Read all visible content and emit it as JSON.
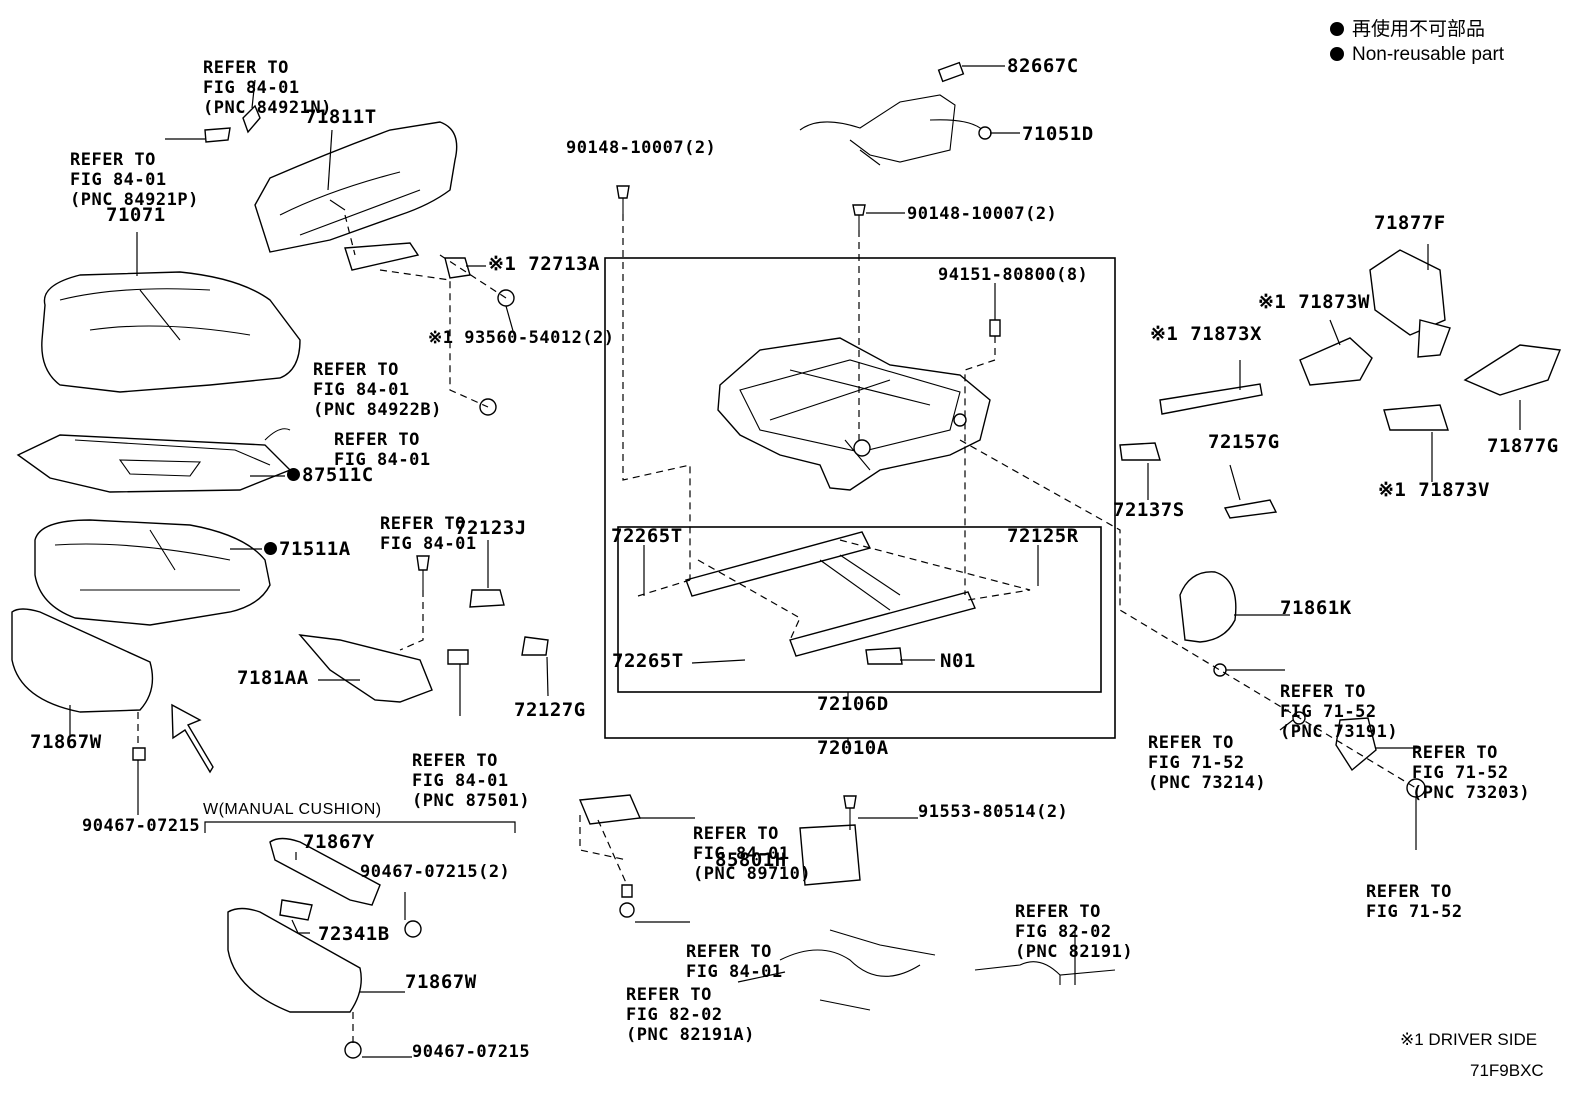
{
  "legend": {
    "non_reusable_jp": "再使用不可部品",
    "non_reusable_en": "Non-reusable part",
    "driver_side_note": "※1 DRIVER SIDE",
    "figure_code": "71F9BXC"
  },
  "labels": {
    "p82667C": "82667C",
    "p71051D": "71051D",
    "p71811T": "71811T",
    "p71071": "71071",
    "p72713A": "※1 72713A",
    "p90148_top": "90148-10007(2)",
    "p90148_mid": "90148-10007(2)",
    "p94151": "94151-80800(8)",
    "p93560": "※1 93560-54012(2)",
    "p87511C": "87511C",
    "p71511A": "71511A",
    "p72123J": "72123J",
    "p72265T_a": "72265T",
    "p72125R": "72125R",
    "p72265T_b": "72265T",
    "pN01": "N01",
    "p72106D": "72106D",
    "p72010A": "72010A",
    "p7181AA": "7181AA",
    "p72127G": "72127G",
    "p71867W_a": "71867W",
    "p90467_a": "90467-07215",
    "p71867Y": "71867Y",
    "p90467_b": "90467-07215(2)",
    "p72341B": "72341B",
    "p71867W_b": "71867W",
    "p90467_c": "90467-07215",
    "p85801H": "85801H",
    "p91553": "91553-80514(2)",
    "p71877F": "71877F",
    "p71873W": "※1 71873W",
    "p71873X": "※1 71873X",
    "p72157G": "72157G",
    "p72137S": "72137S",
    "p71877G": "71877G",
    "p71873V": "※1 71873V",
    "p71861K": "71861K",
    "manual_cushion": "W(MANUAL CUSHION)"
  },
  "refs": {
    "r1": [
      "REFER TO",
      "FIG 84-01",
      "(PNC 84921N)"
    ],
    "r2": [
      "REFER TO",
      "FIG 84-01",
      "(PNC 84921P)"
    ],
    "r3": [
      "REFER TO",
      "FIG 84-01",
      "(PNC 84922B)"
    ],
    "r4": [
      "REFER TO",
      "FIG 84-01"
    ],
    "r5": [
      "REFER TO",
      "FIG 84-01"
    ],
    "r6": [
      "REFER TO",
      "FIG 84-01",
      "(PNC 87501)"
    ],
    "r7": [
      "REFER TO",
      "FIG 84-01",
      "(PNC 89710)"
    ],
    "r8": [
      "REFER TO",
      "FIG 84-01"
    ],
    "r9": [
      "REFER TO",
      "FIG 82-02",
      "(PNC 82191A)"
    ],
    "r10": [
      "REFER TO",
      "FIG 82-02",
      "(PNC 82191)"
    ],
    "r11": [
      "REFER TO",
      "FIG 71-52",
      "(PNC 73191)"
    ],
    "r12": [
      "REFER TO",
      "FIG 71-52",
      "(PNC 73214)"
    ],
    "r13": [
      "REFER TO",
      "FIG 71-52",
      "(PNC 73203)"
    ],
    "r14": [
      "REFER TO",
      "FIG 71-52"
    ]
  }
}
